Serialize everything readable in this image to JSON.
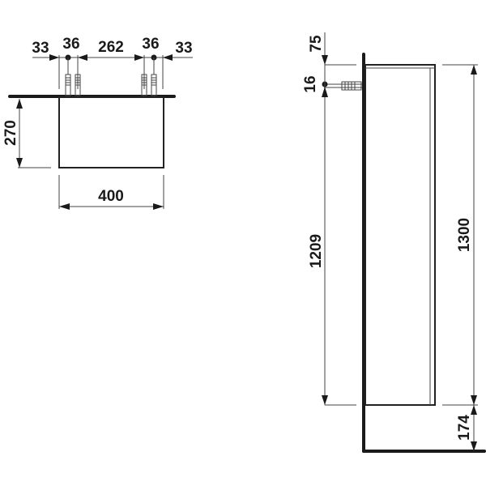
{
  "drawing": {
    "front_view": {
      "top_dims": [
        "33",
        "36",
        "262",
        "36",
        "33"
      ],
      "height_dim": "270",
      "width_dim": "400"
    },
    "side_view": {
      "top_offset_dim": "75",
      "bolt_offset_dim": "16",
      "bolt_to_bottom_dim": "1209",
      "total_height_dim": "1300",
      "floor_clearance_dim": "174"
    }
  }
}
